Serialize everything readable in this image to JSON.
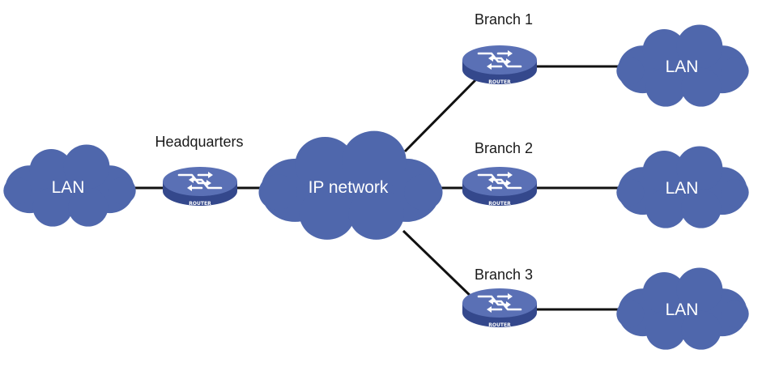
{
  "diagram": {
    "colors": {
      "cloud": "#4f67ac",
      "router_top": "#5a70b5",
      "router_side": "#34488c",
      "link": "#111111"
    },
    "clouds": {
      "hq_lan": "LAN",
      "ip_network": "IP network",
      "branch1_lan": "LAN",
      "branch2_lan": "LAN",
      "branch3_lan": "LAN"
    },
    "sites": {
      "headquarters": "Headquarters",
      "branch1": "Branch 1",
      "branch2": "Branch 2",
      "branch3": "Branch 3"
    },
    "router_caption": "ROUTER",
    "router_icon": "router-icon"
  }
}
